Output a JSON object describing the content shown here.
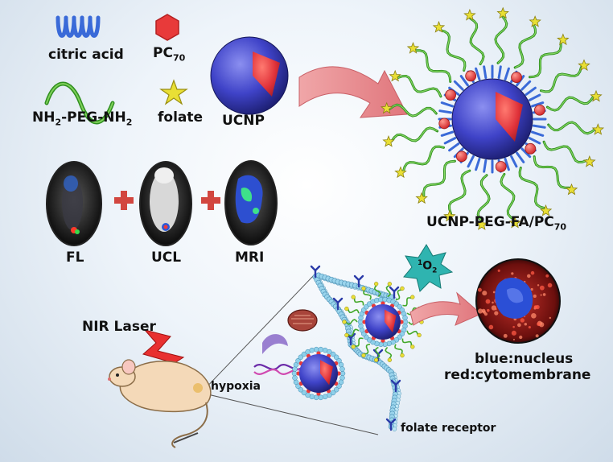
{
  "legend": {
    "citric_acid": "citric acid",
    "pc70": {
      "base": "PC",
      "sub": "70"
    },
    "peg": {
      "a": "NH",
      "a_sub": "2",
      "b": "-PEG-NH",
      "b_sub": "2"
    },
    "folate": "folate",
    "ucnp": "UCNP"
  },
  "product": {
    "base": "UCNP-PEG-FA/PC",
    "sub": "70"
  },
  "imaging": {
    "fl": "FL",
    "ucl": "UCL",
    "mri": "MRI"
  },
  "therapy": {
    "nir_laser": "NIR Laser",
    "hypoxia": "hypoxia",
    "singlet_oxygen": {
      "sup": "1",
      "base": "O",
      "sub": "2"
    },
    "nucleus_label": "blue:nucleus",
    "membrane_label": "red:cytomembrane",
    "receptor_label": "folate receptor"
  },
  "colors": {
    "sphere_blue": "#3f43c8",
    "core_red": "#e0323a",
    "arrow_pink": "#e8898f",
    "peg_green": "#43a82a",
    "citric_blue": "#3a6ad8",
    "folate_yellow": "#e9df35",
    "plus_red": "#d2463f"
  }
}
